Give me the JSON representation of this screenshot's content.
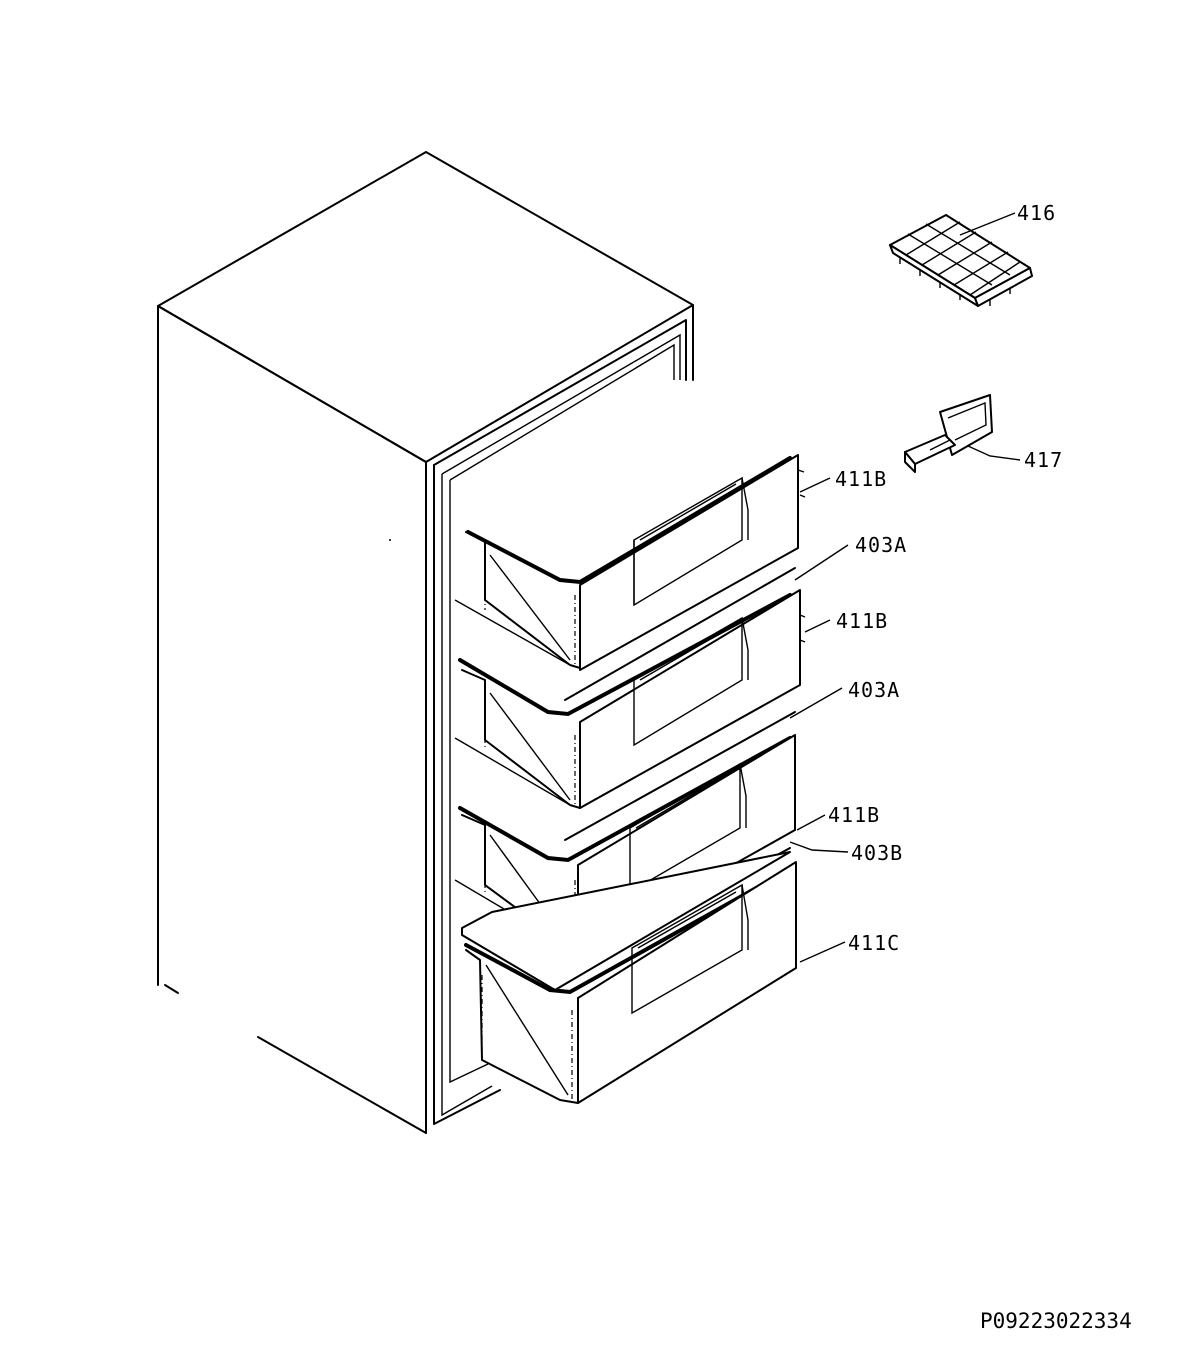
{
  "labels": {
    "part_416": "416",
    "part_417": "417",
    "drawer_1": "411B",
    "shelf_1": "403A",
    "drawer_2": "411B",
    "shelf_2": "403A",
    "drawer_3": "411B",
    "shelf_3": "403B",
    "drawer_4": "411C"
  },
  "drawing_code": "P09223022334",
  "colors": {
    "line": "#000000",
    "background": "#ffffff"
  }
}
